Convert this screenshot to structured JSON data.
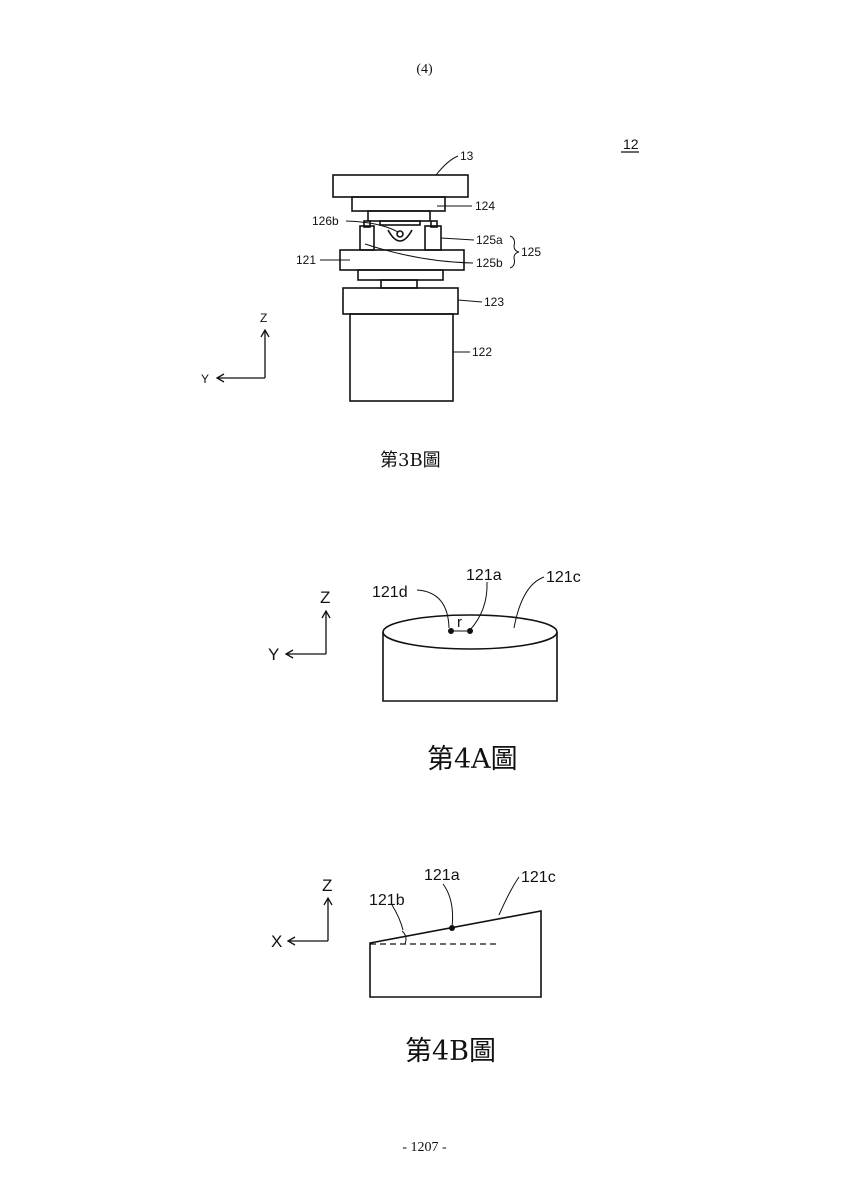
{
  "header": {
    "page_marker": "(4)"
  },
  "footer": {
    "page_number": "- 1207 -"
  },
  "fig3b": {
    "assembly_ref": "12",
    "labels": {
      "l13": "13",
      "l124": "124",
      "l126b": "126b",
      "l125a": "125a",
      "l125": "125",
      "l121": "121",
      "l125b": "125b",
      "l123": "123",
      "l122": "122"
    },
    "axes": {
      "vertical": "Z",
      "horizontal": "Y"
    },
    "caption": "第3B圖"
  },
  "fig4a": {
    "labels": {
      "l121d": "121d",
      "l121a": "121a",
      "l121c": "121c",
      "r": "r"
    },
    "axes": {
      "vertical": "Z",
      "horizontal": "Y"
    },
    "caption": "第4A圖"
  },
  "fig4b": {
    "labels": {
      "l121b": "121b",
      "l121a": "121a",
      "l121c": "121c"
    },
    "axes": {
      "vertical": "Z",
      "horizontal": "X"
    },
    "caption": "第4B圖"
  }
}
